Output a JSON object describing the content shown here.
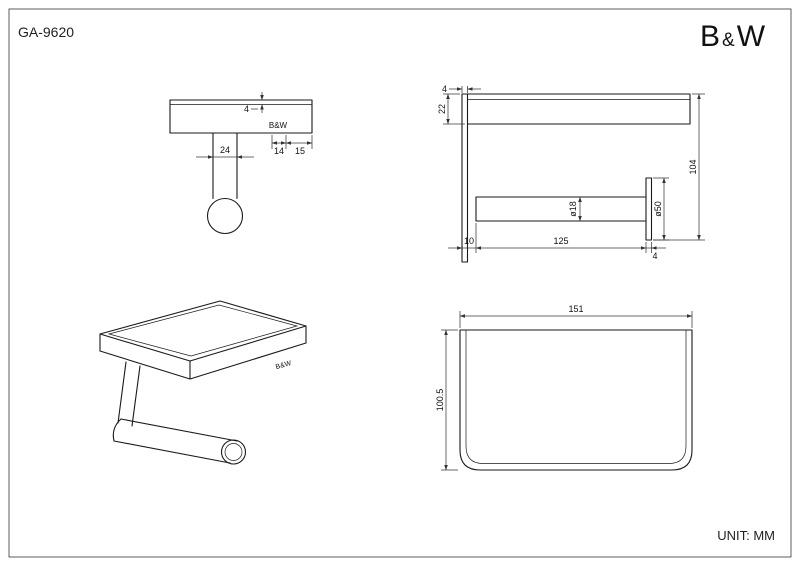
{
  "document": {
    "model_number": "GA-9620",
    "brand": {
      "b": "B",
      "amp": "&",
      "w": "W"
    },
    "unit_label": "UNIT: MM"
  },
  "front_view": {
    "product_logo": "B&W",
    "dims": {
      "glass_thickness": "4",
      "stem_width": "24",
      "logo_to_edge_1": "14",
      "logo_to_edge_2": "15"
    }
  },
  "side_view": {
    "dims": {
      "plate_thickness": "4",
      "shelf_height": "22",
      "overall_height": "104",
      "bar_diameter": "ø18",
      "cap_diameter": "ø50",
      "wall_offset": "10",
      "bar_length": "125",
      "cap_thickness": "4"
    }
  },
  "perspective_view": {
    "product_logo": "B&W"
  },
  "top_view": {
    "dims": {
      "width": "151",
      "depth": "100.5"
    }
  }
}
